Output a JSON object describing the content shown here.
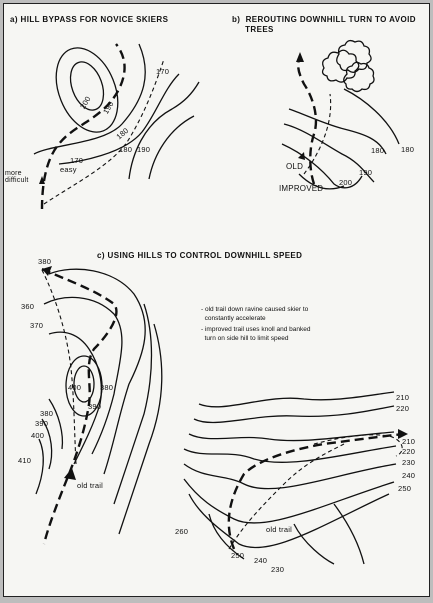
{
  "panel_a": {
    "title": "a)  HILL BYPASS FOR NOVICE SKIERS",
    "contours": [
      "200",
      "190",
      "180",
      "170",
      "170",
      "180",
      "190"
    ],
    "more_difficult": "more\ndifficult",
    "easy": "easy"
  },
  "panel_b": {
    "title": "b)  REROUTING DOWNHILL TURN TO AVOID\n     TREES",
    "contours": [
      "180",
      "180",
      "190",
      "200"
    ],
    "old": "OLD",
    "improved": "IMPROVED"
  },
  "panel_c": {
    "title": "c)  USING HILLS TO CONTROL DOWNHILL SPEED",
    "notes": [
      "- old trail down ravine caused skier to\n  constantly accelerate",
      "- improved trail uses knoll and banked\n  turn on side hill to limit speed"
    ],
    "left_contours": [
      "380",
      "360",
      "370",
      "400",
      "390",
      "380",
      "380",
      "390",
      "400",
      "410"
    ],
    "old_trail_left": "old trail",
    "right_contours": [
      "210",
      "220",
      "210",
      "220",
      "230",
      "240",
      "250",
      "260",
      "250",
      "240",
      "230"
    ],
    "old_trail_right": "old  trail"
  }
}
